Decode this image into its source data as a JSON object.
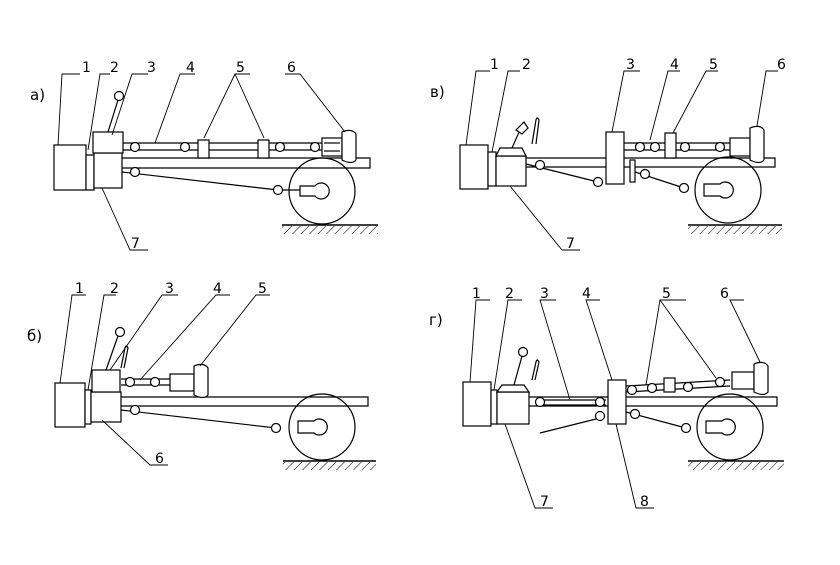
{
  "panels": [
    {
      "id": "a",
      "label": "а)",
      "numbers": [
        "1",
        "2",
        "3",
        "4",
        "5",
        "6",
        "7"
      ]
    },
    {
      "id": "v",
      "label": "в)",
      "numbers": [
        "1",
        "2",
        "3",
        "4",
        "5",
        "6",
        "7"
      ]
    },
    {
      "id": "b",
      "label": "б)",
      "numbers": [
        "1",
        "2",
        "3",
        "4",
        "5",
        "6"
      ]
    },
    {
      "id": "g",
      "label": "г)",
      "numbers": [
        "1",
        "2",
        "3",
        "4",
        "5",
        "6",
        "7",
        "8"
      ]
    }
  ]
}
